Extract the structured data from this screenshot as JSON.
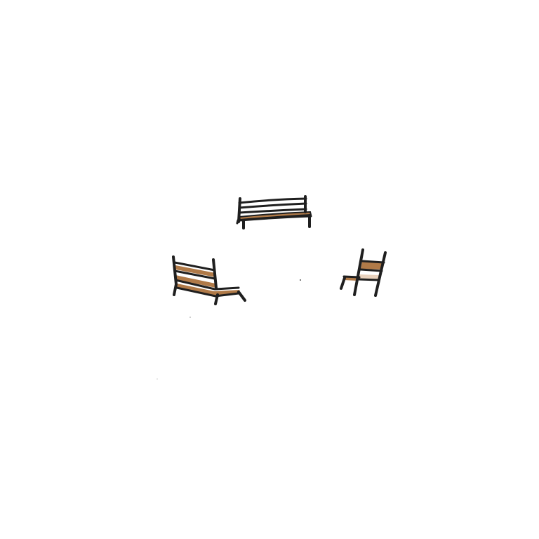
{
  "scene": {
    "description_items": [
      {
        "name": "bench-front",
        "kind": "bench"
      },
      {
        "name": "bench-left",
        "kind": "bench"
      },
      {
        "name": "chair-right",
        "kind": "chair"
      }
    ],
    "colors": {
      "background": "#ffffff",
      "frame": "#1f1f1f",
      "wood": "#b07a48",
      "wood_light": "#e9d2bd"
    }
  }
}
